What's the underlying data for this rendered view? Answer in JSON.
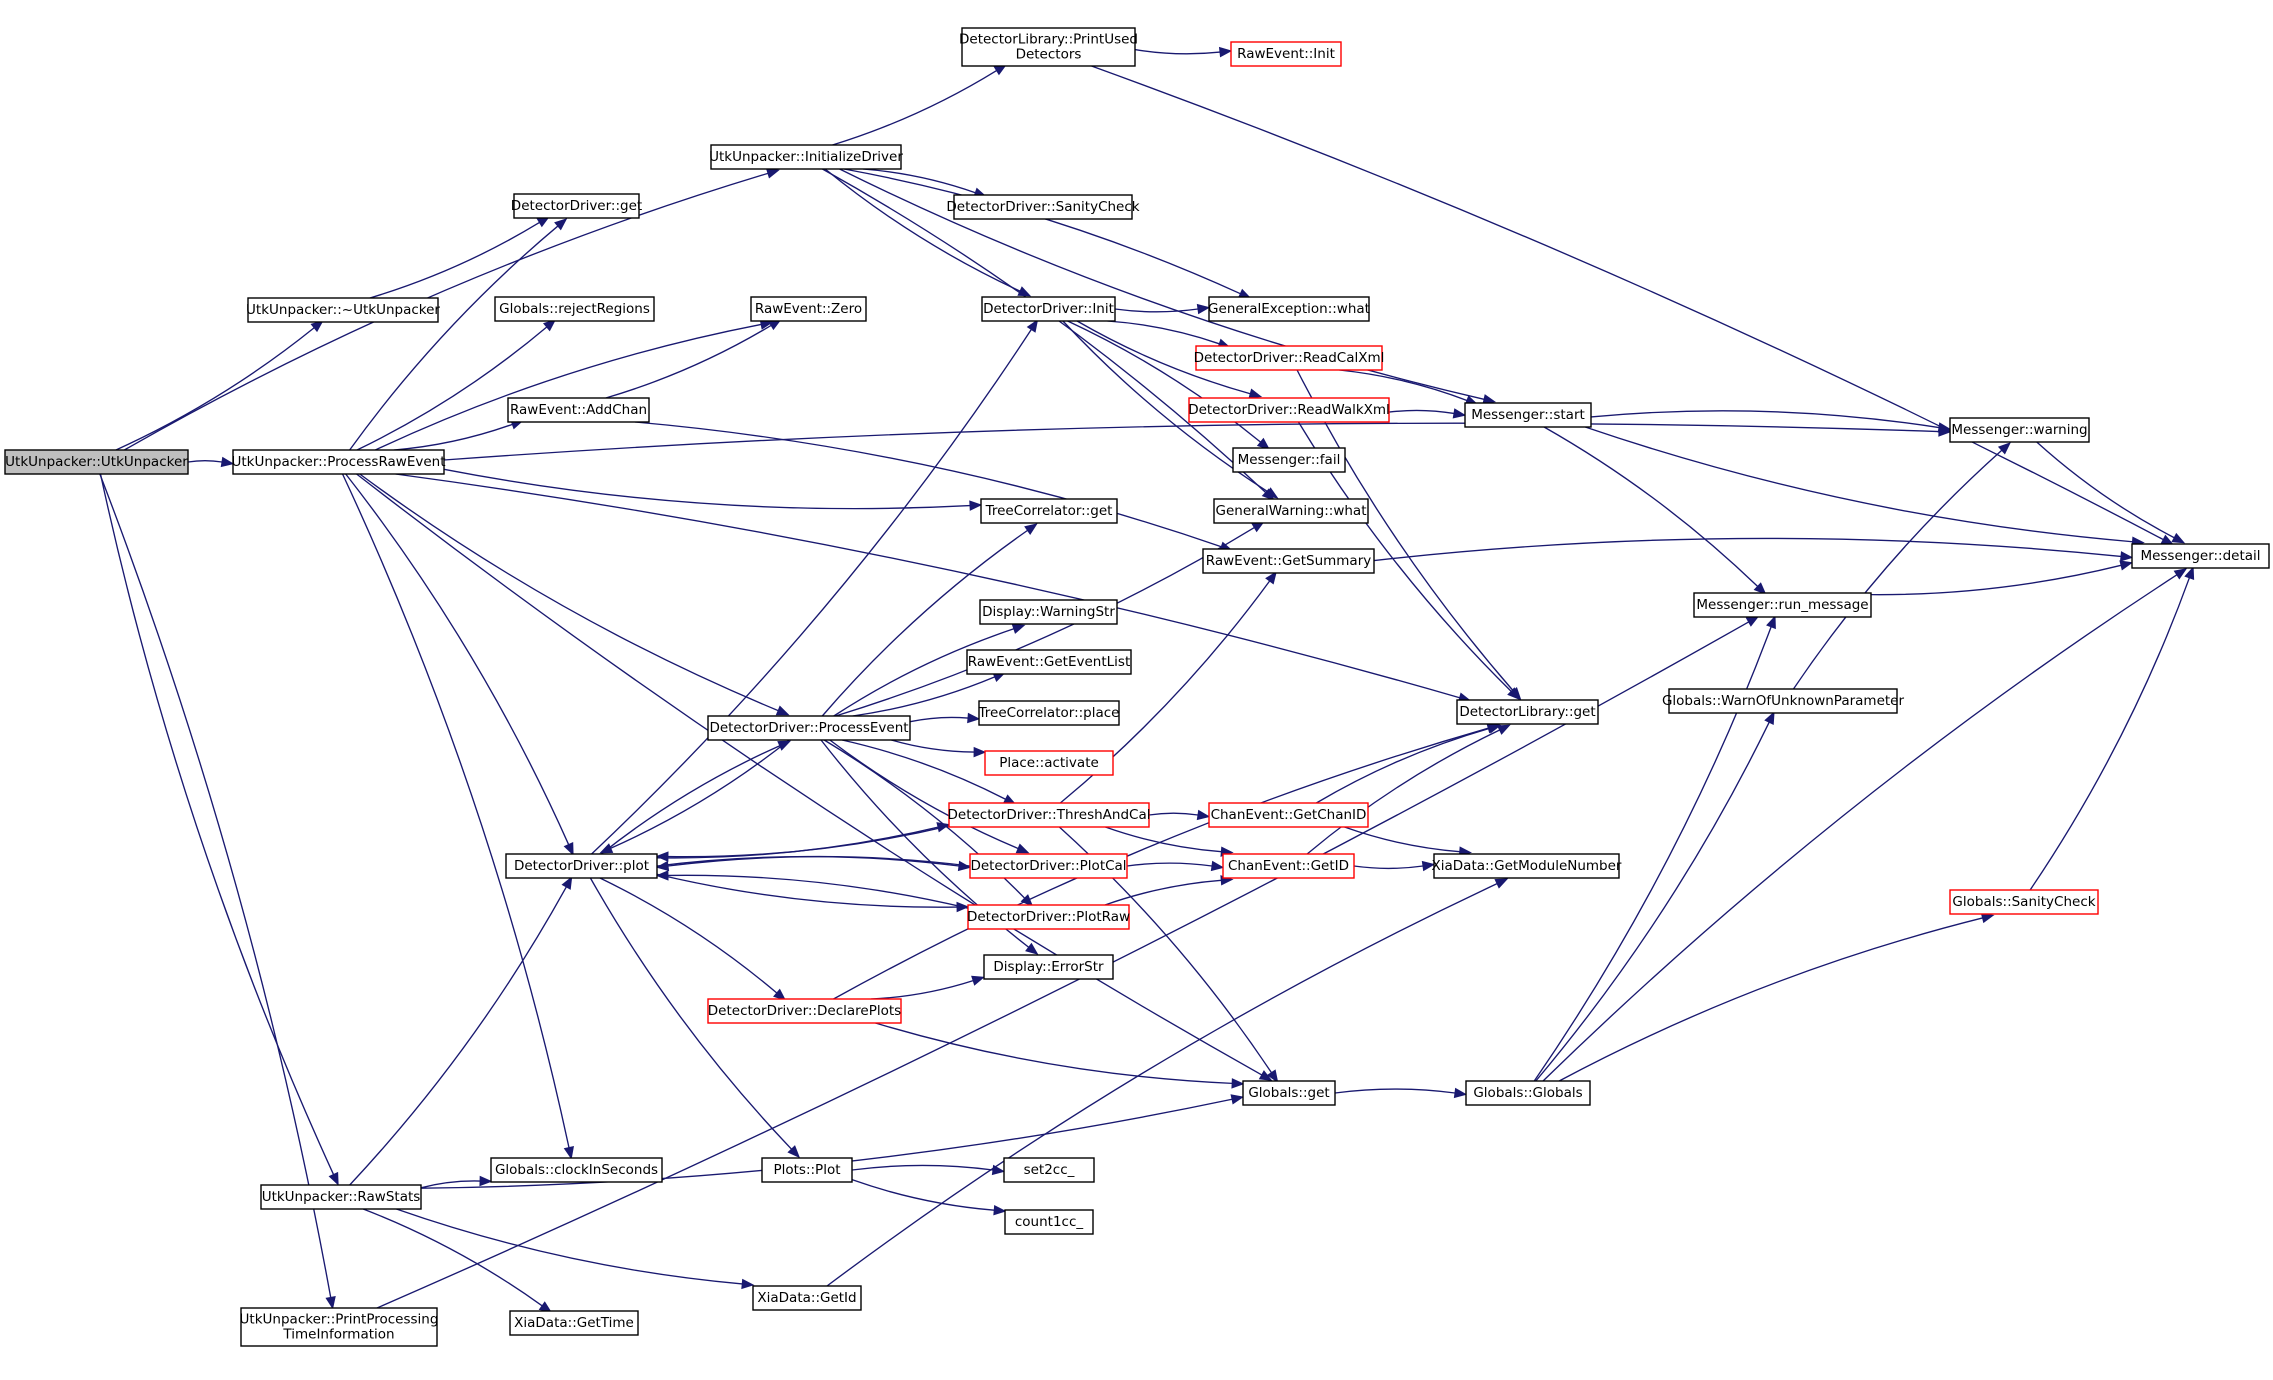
{
  "colors": {
    "edge": "#191970",
    "node_border": "#000000",
    "node_border_incomplete": "#ff0000",
    "root_fill": "#bfbfbf",
    "node_fill": "#ffffff"
  },
  "nodes": [
    {
      "id": "root",
      "lines": [
        "UtkUnpacker::UtkUnpacker"
      ],
      "root": true
    },
    {
      "id": "initdrv",
      "lines": [
        "UtkUnpacker::InitializeDriver"
      ]
    },
    {
      "id": "dtor",
      "lines": [
        "UtkUnpacker::~UtkUnpacker"
      ]
    },
    {
      "id": "procraw",
      "lines": [
        "UtkUnpacker::ProcessRawEvent"
      ]
    },
    {
      "id": "rawstats",
      "lines": [
        "UtkUnpacker::RawStats"
      ]
    },
    {
      "id": "printproc",
      "lines": [
        "UtkUnpacker::PrintProcessing",
        "TimeInformation"
      ]
    },
    {
      "id": "ddget",
      "lines": [
        "DetectorDriver::get"
      ]
    },
    {
      "id": "rejreg",
      "lines": [
        "Globals::rejectRegions"
      ]
    },
    {
      "id": "addchan",
      "lines": [
        "RawEvent::AddChan"
      ]
    },
    {
      "id": "plot",
      "lines": [
        "DetectorDriver::plot"
      ]
    },
    {
      "id": "clock",
      "lines": [
        "Globals::clockInSeconds"
      ]
    },
    {
      "id": "gettime",
      "lines": [
        "XiaData::GetTime"
      ]
    },
    {
      "id": "zero",
      "lines": [
        "RawEvent::Zero"
      ]
    },
    {
      "id": "dlprint",
      "lines": [
        "DetectorLibrary::PrintUsed",
        "Detectors"
      ]
    },
    {
      "id": "rawinit",
      "lines": [
        "RawEvent::Init"
      ],
      "incomplete": true
    },
    {
      "id": "sanity",
      "lines": [
        "DetectorDriver::SanityCheck"
      ]
    },
    {
      "id": "ddinit",
      "lines": [
        "DetectorDriver::Init"
      ]
    },
    {
      "id": "procevent",
      "lines": [
        "DetectorDriver::ProcessEvent"
      ]
    },
    {
      "id": "declare",
      "lines": [
        "DetectorDriver::DeclarePlots"
      ],
      "incomplete": true
    },
    {
      "id": "plotsplot",
      "lines": [
        "Plots::Plot"
      ]
    },
    {
      "id": "xiagetid",
      "lines": [
        "XiaData::GetId"
      ]
    },
    {
      "id": "genexc",
      "lines": [
        "GeneralException::what"
      ]
    },
    {
      "id": "readcal",
      "lines": [
        "DetectorDriver::ReadCalXml"
      ],
      "incomplete": true
    },
    {
      "id": "readwalk",
      "lines": [
        "DetectorDriver::ReadWalkXml"
      ],
      "incomplete": true
    },
    {
      "id": "fail",
      "lines": [
        "Messenger::fail"
      ]
    },
    {
      "id": "genwarn",
      "lines": [
        "GeneralWarning::what"
      ]
    },
    {
      "id": "getsum",
      "lines": [
        "RawEvent::GetSummary"
      ]
    },
    {
      "id": "tcget",
      "lines": [
        "TreeCorrelator::get"
      ]
    },
    {
      "id": "warnstr",
      "lines": [
        "Display::WarningStr"
      ]
    },
    {
      "id": "geteventlist",
      "lines": [
        "RawEvent::GetEventList"
      ]
    },
    {
      "id": "tcplace",
      "lines": [
        "TreeCorrelator::place"
      ]
    },
    {
      "id": "activate",
      "lines": [
        "Place::activate"
      ],
      "incomplete": true
    },
    {
      "id": "thresh",
      "lines": [
        "DetectorDriver::ThreshAndCal"
      ],
      "incomplete": true
    },
    {
      "id": "plotcal",
      "lines": [
        "DetectorDriver::PlotCal"
      ],
      "incomplete": true
    },
    {
      "id": "plotraw",
      "lines": [
        "DetectorDriver::PlotRaw"
      ],
      "incomplete": true
    },
    {
      "id": "errstr",
      "lines": [
        "Display::ErrorStr"
      ]
    },
    {
      "id": "set2cc",
      "lines": [
        "set2cc_"
      ]
    },
    {
      "id": "count1cc",
      "lines": [
        "count1cc_"
      ]
    },
    {
      "id": "getchanid",
      "lines": [
        "ChanEvent::GetChanID"
      ],
      "incomplete": true
    },
    {
      "id": "chanid",
      "lines": [
        "ChanEvent::GetID"
      ],
      "incomplete": true
    },
    {
      "id": "globget",
      "lines": [
        "Globals::get"
      ]
    },
    {
      "id": "start",
      "lines": [
        "Messenger::start"
      ]
    },
    {
      "id": "dlget",
      "lines": [
        "DetectorLibrary::get"
      ]
    },
    {
      "id": "modnum",
      "lines": [
        "XiaData::GetModuleNumber"
      ]
    },
    {
      "id": "globals",
      "lines": [
        "Globals::Globals"
      ]
    },
    {
      "id": "runmsg",
      "lines": [
        "Messenger::run_message"
      ]
    },
    {
      "id": "warnunk",
      "lines": [
        "Globals::WarnOfUnknownParameter"
      ]
    },
    {
      "id": "globsanity",
      "lines": [
        "Globals::SanityCheck"
      ],
      "incomplete": true
    },
    {
      "id": "warning",
      "lines": [
        "Messenger::warning"
      ]
    },
    {
      "id": "detail",
      "lines": [
        "Messenger::detail"
      ]
    }
  ],
  "edges": [
    [
      "root",
      "initdrv"
    ],
    [
      "root",
      "dtor"
    ],
    [
      "root",
      "procraw"
    ],
    [
      "root",
      "rawstats"
    ],
    [
      "root",
      "printproc"
    ],
    [
      "dtor",
      "ddget"
    ],
    [
      "procraw",
      "ddget"
    ],
    [
      "procraw",
      "rejreg"
    ],
    [
      "procraw",
      "zero"
    ],
    [
      "procraw",
      "addchan"
    ],
    [
      "procraw",
      "warning"
    ],
    [
      "procraw",
      "tcget"
    ],
    [
      "procraw",
      "dlget"
    ],
    [
      "procraw",
      "procevent"
    ],
    [
      "procraw",
      "plot"
    ],
    [
      "procraw",
      "globget"
    ],
    [
      "procraw",
      "clock"
    ],
    [
      "addchan",
      "zero"
    ],
    [
      "addchan",
      "getsum"
    ],
    [
      "initdrv",
      "dlprint"
    ],
    [
      "initdrv",
      "sanity"
    ],
    [
      "initdrv",
      "ddinit"
    ],
    [
      "initdrv",
      "genexc"
    ],
    [
      "initdrv",
      "start"
    ],
    [
      "initdrv",
      "genwarn"
    ],
    [
      "dlprint",
      "rawinit"
    ],
    [
      "dlprint",
      "detail"
    ],
    [
      "ddinit",
      "genexc"
    ],
    [
      "ddinit",
      "readcal"
    ],
    [
      "ddinit",
      "readwalk"
    ],
    [
      "ddinit",
      "fail"
    ],
    [
      "ddinit",
      "genwarn"
    ],
    [
      "readcal",
      "start"
    ],
    [
      "readcal",
      "dlget"
    ],
    [
      "readwalk",
      "start"
    ],
    [
      "readwalk",
      "dlget"
    ],
    [
      "start",
      "warning"
    ],
    [
      "start",
      "detail"
    ],
    [
      "start",
      "runmsg"
    ],
    [
      "warning",
      "detail"
    ],
    [
      "getsum",
      "detail"
    ],
    [
      "runmsg",
      "detail"
    ],
    [
      "procevent",
      "tcget"
    ],
    [
      "procevent",
      "genwarn"
    ],
    [
      "procevent",
      "warnstr"
    ],
    [
      "procevent",
      "geteventlist"
    ],
    [
      "procevent",
      "tcplace"
    ],
    [
      "procevent",
      "activate"
    ],
    [
      "procevent",
      "thresh"
    ],
    [
      "procevent",
      "plotcal"
    ],
    [
      "procevent",
      "plotraw"
    ],
    [
      "procevent",
      "errstr"
    ],
    [
      "procevent",
      "plot"
    ],
    [
      "plot",
      "ddinit"
    ],
    [
      "plot",
      "procevent"
    ],
    [
      "plot",
      "thresh"
    ],
    [
      "plot",
      "plotcal"
    ],
    [
      "plot",
      "plotraw"
    ],
    [
      "plot",
      "declare"
    ],
    [
      "plot",
      "plotsplot"
    ],
    [
      "thresh",
      "plot"
    ],
    [
      "thresh",
      "getsum"
    ],
    [
      "thresh",
      "getchanid"
    ],
    [
      "thresh",
      "chanid"
    ],
    [
      "thresh",
      "globget"
    ],
    [
      "plotcal",
      "plot"
    ],
    [
      "plotcal",
      "chanid"
    ],
    [
      "plotraw",
      "plot"
    ],
    [
      "plotraw",
      "chanid"
    ],
    [
      "declare",
      "errstr"
    ],
    [
      "declare",
      "dlget"
    ],
    [
      "declare",
      "globget"
    ],
    [
      "getchanid",
      "dlget"
    ],
    [
      "getchanid",
      "modnum"
    ],
    [
      "chanid",
      "dlget"
    ],
    [
      "chanid",
      "modnum"
    ],
    [
      "plotsplot",
      "set2cc"
    ],
    [
      "plotsplot",
      "count1cc"
    ],
    [
      "globget",
      "globals"
    ],
    [
      "globals",
      "warnunk"
    ],
    [
      "globals",
      "globsanity"
    ],
    [
      "globals",
      "runmsg"
    ],
    [
      "warnunk",
      "warning"
    ],
    [
      "globsanity",
      "detail"
    ],
    [
      "globals",
      "detail"
    ],
    [
      "rawstats",
      "plot"
    ],
    [
      "rawstats",
      "clock"
    ],
    [
      "rawstats",
      "globget"
    ],
    [
      "rawstats",
      "gettime"
    ],
    [
      "rawstats",
      "xiagetid"
    ],
    [
      "xiagetid",
      "modnum"
    ],
    [
      "printproc",
      "runmsg"
    ]
  ]
}
